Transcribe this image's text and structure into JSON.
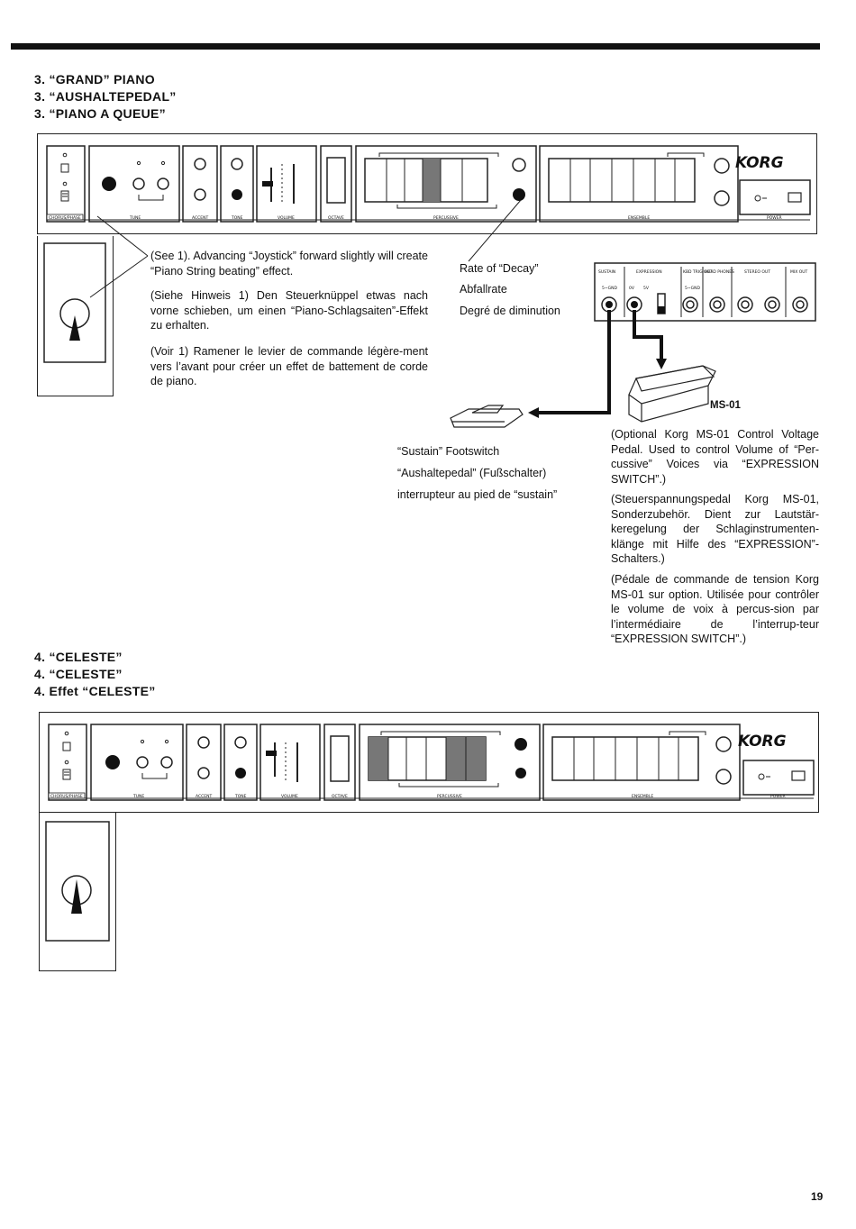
{
  "section3": {
    "headings": [
      "3. “GRAND” PIANO",
      "3. “AUSHALTEPEDAL”",
      "3. “PIANO A QUEUE”"
    ],
    "para_en": "(See 1). Advancing “Joystick” forward slightly will create “Piano String beating” effect.",
    "para_de": "(Siehe Hinweis 1) Den Steuerknüppel etwas nach vorne schieben, um einen “Piano-Schlagsaiten”-Effekt zu erhalten.",
    "para_fr": "(Voir 1) Ramener le levier de commande légère-ment vers l’avant pour créer un effet de battement de corde de piano.",
    "decay_en": "Rate of “Decay”",
    "decay_de": "Abfallrate",
    "decay_fr": "Degré de diminution",
    "footswitch_en": "“Sustain” Footswitch",
    "footswitch_de": "“Aushaltepedal” (Fußschalter)",
    "footswitch_fr": "interrupteur au pied de “sustain”",
    "pedal_model": "MS-01",
    "ms01_en": "(Optional Korg MS-01 Control Voltage Pedal. Used to control Volume of “Per-cussive” Voices via “EXPRESSION SWITCH”.)",
    "ms01_de": "(Steuerspannungspedal Korg MS-01, Sonderzubehör. Dient zur Lautstär-keregelung der Schlaginstrumenten-klänge mit Hilfe des “EXPRESSION”-Schalters.)",
    "ms01_fr": "(Pédale de commande de tension Korg MS-01 sur option. Utilisée pour contrôler le volume de voix à percus-sion par l’intermédiaire de l’interrup-teur “EXPRESSION SWITCH”.)"
  },
  "section4": {
    "headings": [
      "4. “CELESTE”",
      "4. “CELESTE”",
      "4. Effet “CELESTE”"
    ]
  },
  "panel": {
    "logo": "KORG",
    "labels": [
      "CHORUS/PHASE",
      "TUNE",
      "ACCENT",
      "TONE",
      "VOLUME",
      "OCTAVE",
      "PERCUSSIVE",
      "ENSEMBLE",
      "POWER"
    ]
  },
  "jacks": {
    "labels": [
      "SUSTAIN",
      "EXPRESSION",
      "KBD TRIG OUT",
      "HEAD PHONES",
      "STEREO OUT",
      "MIX OUT"
    ],
    "sublabels": [
      "5~GND",
      "0V",
      "5V",
      "5~GND"
    ]
  },
  "page_number": "19"
}
